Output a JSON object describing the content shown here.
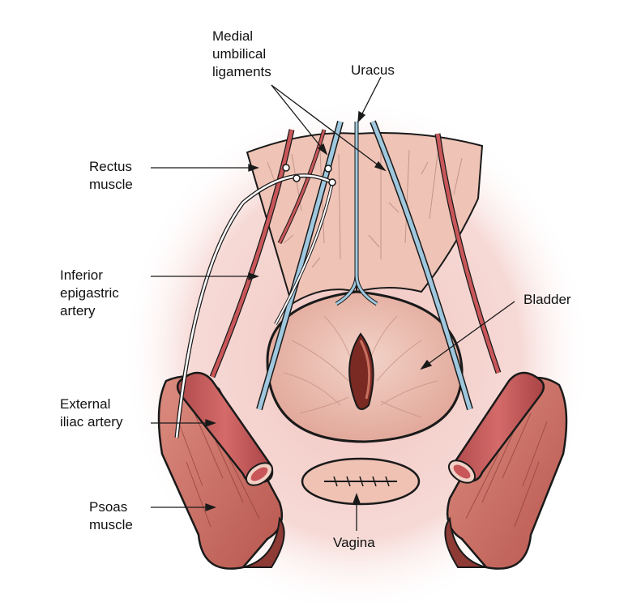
{
  "labels": {
    "medial_umbilical": [
      "Medial",
      "umbilical",
      "ligaments"
    ],
    "uracus": [
      "Uracus"
    ],
    "rectus": [
      "Rectus",
      "muscle"
    ],
    "inferior_epigastric": [
      "Inferior",
      "epigastric",
      "artery"
    ],
    "bladder": [
      "Bladder"
    ],
    "external_iliac": [
      "External",
      "iliac artery"
    ],
    "psoas": [
      "Psoas",
      "muscle"
    ],
    "vagina": [
      "Vagina"
    ]
  },
  "colors": {
    "halo": "#f2c9c4",
    "muscle": "#efc3b6",
    "artery": "#c9575a",
    "ligament": "#9fc8de",
    "bladder": "#efc2b4",
    "outline": "#1a1a1a"
  }
}
